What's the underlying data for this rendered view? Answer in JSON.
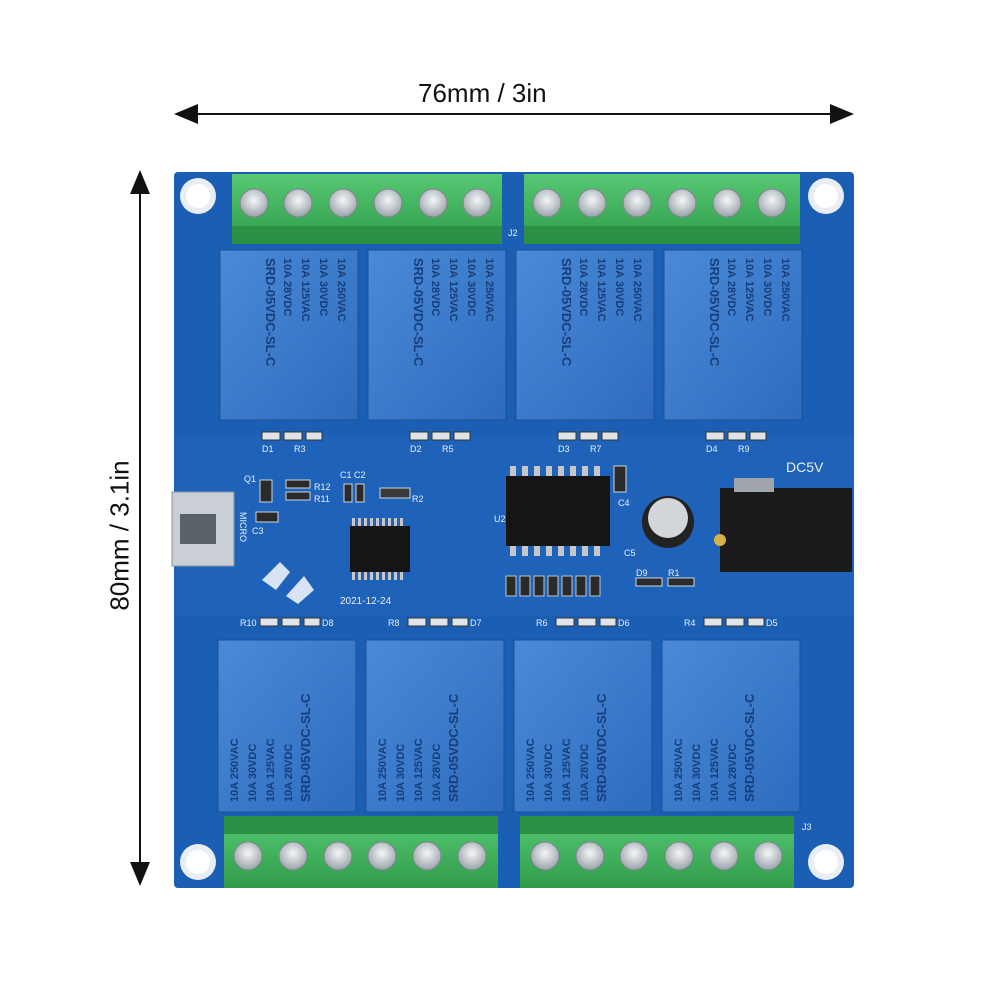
{
  "dimensions": {
    "width_label": "76mm / 3in",
    "height_label": "80mm / 3.1in"
  },
  "board": {
    "power_label": "DC5V",
    "usb_label": "MICRO",
    "date_code": "2021-12-24",
    "relay_lines": [
      "10A 250VAC",
      "10A 30VDC",
      "10A 125VAC",
      "10A 28VDC",
      "SRD-05VDC-SL-C"
    ],
    "relay_top_labels": [
      {
        "led": "D1",
        "res": "R3"
      },
      {
        "led": "D2",
        "res": "R5"
      },
      {
        "led": "D3",
        "res": "R7"
      },
      {
        "led": "D4",
        "res": "R9"
      }
    ],
    "relay_bottom_labels": [
      {
        "led": "D8",
        "res": "R10"
      },
      {
        "led": "D7",
        "res": "R8"
      },
      {
        "led": "D6",
        "res": "R6"
      },
      {
        "led": "D5",
        "res": "R4"
      }
    ],
    "misc_labels": [
      "Q1",
      "R12",
      "R11",
      "C1",
      "C2",
      "R2",
      "C3",
      "U2",
      "C4",
      "C5",
      "D9",
      "R1",
      "J2",
      "J3"
    ],
    "colors": {
      "pcb": "#1b5fb4",
      "relay": "#3d7fd0",
      "terminal": "#3fb35c",
      "screw": "#cfd4d8"
    }
  }
}
